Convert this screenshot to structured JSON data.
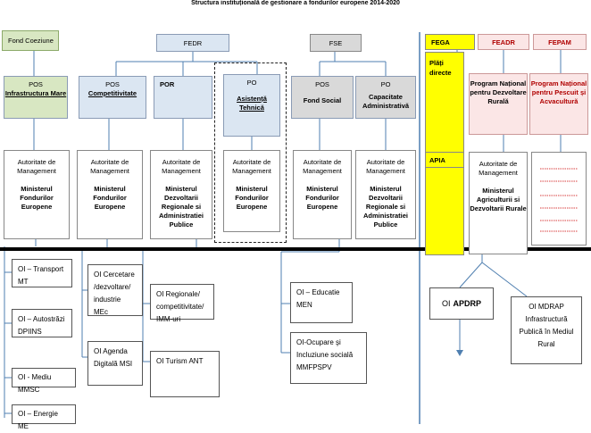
{
  "title": "Structura instituțională de gestionare a fondurilor europene 2014-2020",
  "funds": {
    "coeziune": "Fond Coeziune",
    "fedr": "FEDR",
    "fse": "FSE",
    "fega": "FEGA",
    "feadr": "FEADR",
    "fepam": "FEPAM"
  },
  "programs": {
    "pos_im": {
      "line1": "POS",
      "name": "Infrastructura Mare"
    },
    "pos_c": {
      "line1": "POS",
      "name": "Competitivitate"
    },
    "por": {
      "line1": "POR",
      "name": ""
    },
    "po_at": {
      "line1": "PO",
      "name": "Asistență Tehnică"
    },
    "pos_fs": {
      "line1": "POS",
      "name": "Fond Social"
    },
    "po_ca": {
      "line1": "PO",
      "name": "Capacitate Administrativă"
    },
    "fega_prog": "Plăți directe",
    "feadr_prog": "Program Național pentru Dezvoltare Rurală",
    "fepam_prog": "Program Național pentru Pescuit și Acvacultură"
  },
  "am_label": "Autoritate de Management",
  "authorities": {
    "mfe": "Ministerul Fondurilor Europene",
    "mdrap": "Ministerul Dezvoltarii Regionale si Administratiei Publice",
    "madr": "Ministerul Agriculturii si Dezvoltarii Rurale",
    "apia": "APIA"
  },
  "oi": {
    "transport": "OI – Transport MT",
    "autostrazi": "OI – Autostrăzi DPIINS",
    "mediu": "OI - Mediu MMSC",
    "energie": "OI – Energie ME",
    "cercetare": "OI Cercetare /dezvoltare/ industrie MEc",
    "agenda": "OI Agenda Digitală MSI",
    "regionale": "OI Regionale/ competitivitate/ IMM-uri",
    "turism": "OI Turism ANT",
    "educatie": "OI – Educatie MEN",
    "ocupare": "OI-Ocupare şi Incluziune socială MMFPSPV",
    "apdrp_pre": "OI",
    "apdrp": "APDRP",
    "mdrap_oi": "OI MDRAP Infrastructură Publică în Mediul Rural"
  },
  "colors": {
    "green": "#d8e7c2",
    "blue": "#dbe6f2",
    "grey": "#d9d9d9",
    "yellow": "#ffff00",
    "pink": "#fbe6e6",
    "link": "#4f7fb0"
  }
}
